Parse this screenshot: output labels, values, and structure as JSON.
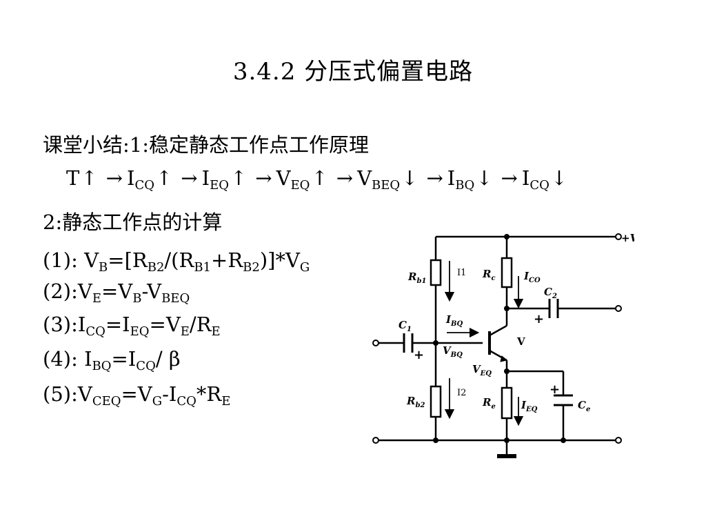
{
  "slide": {
    "title": "3.4.2 分压式偏置电路",
    "summary_heading": "课堂小结:1:稳定静态工作点工作原理",
    "chain": [
      {
        "main": "T",
        "sub": "",
        "dir": "↑"
      },
      {
        "main": "I",
        "sub": "CQ",
        "dir": "↑"
      },
      {
        "main": "I",
        "sub": "EQ",
        "dir": "↑"
      },
      {
        "main": "V",
        "sub": "EQ",
        "dir": "↑"
      },
      {
        "main": "V",
        "sub": "BEQ",
        "dir": "↓"
      },
      {
        "main": "I",
        "sub": "BQ",
        "dir": "↓"
      },
      {
        "main": "I",
        "sub": "CQ",
        "dir": "↓"
      }
    ],
    "chain_connector": "→",
    "calc_heading": "2:静态工作点的计算",
    "formulas": {
      "f1": {
        "label": "(1): ",
        "t1": "V",
        "s1": "B",
        "t2": "=[R",
        "s2": "B2",
        "t3": "/(R",
        "s3": "B1",
        "t4": "+R",
        "s4": "B2",
        "t5": ")]*V",
        "s5": "G"
      },
      "f2": {
        "label": "(2):",
        "t1": "V",
        "s1": "E",
        "t2": "=V",
        "s2": "B",
        "t3": "-V",
        "s3": "BEQ"
      },
      "f3": {
        "label": "(3):",
        "t1": "I",
        "s1": "CQ",
        "t2": "=I",
        "s2": "EQ",
        "t3": "=V",
        "s3": "E",
        "t4": "/R",
        "s4": "E"
      },
      "f4": {
        "label": "(4): ",
        "t1": "I",
        "s1": "BQ",
        "t2": "=I",
        "s2": "CQ",
        "t3": "/ β"
      },
      "f5": {
        "label": "(5):",
        "t1": "V",
        "s1": "CEQ",
        "t2": "=V",
        "s2": "G",
        "t3": "-I",
        "s3": "CQ",
        "t4": "*R",
        "s4": "E"
      }
    }
  },
  "circuit": {
    "vg_label": "+V",
    "vg_sub": "G",
    "rb1_main": "R",
    "rb1_sub": "b1",
    "i1": "I1",
    "rc_main": "R",
    "rc_sub": "c",
    "ico_main": "I",
    "ico_sub": "CO",
    "c2_main": "C",
    "c2_sub": "2",
    "c2_plus": "+",
    "c1_main": "C",
    "c1_sub": "1",
    "c1_plus": "+",
    "ibq_main": "I",
    "ibq_sub": "BQ",
    "vbq_main": "V",
    "vbq_sub": "BQ",
    "transistor": "V",
    "veq_main": "V",
    "veq_sub": "EQ",
    "rb2_main": "R",
    "rb2_sub": "b2",
    "i2": "I2",
    "re_main": "R",
    "re_sub": "e",
    "ieq_main": "I",
    "ieq_sub": "EQ",
    "ce_main": "C",
    "ce_sub": "e",
    "ce_plus": "+"
  }
}
